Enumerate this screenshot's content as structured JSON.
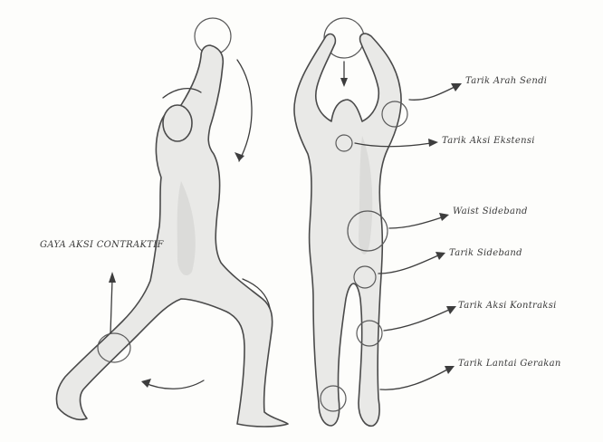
{
  "labels": {
    "left": "GAYA AKSI CONTRAKTIF",
    "r1": "Tarik Arah Sendi",
    "r2": "Tarik Aksi Ekstensi",
    "r3": "Waist Sideband",
    "r4": "Tarik Sideband",
    "r5": "Tarik Aksi Kontraksi",
    "r6": "Tarik Lantai Gerakan"
  },
  "icons": {
    "figure_left": "lunge-figure",
    "figure_right": "standing-figure",
    "joint_marker": "circle-marker",
    "motion_arrow": "curved-arrow"
  },
  "colors": {
    "paper": "#fdfdfb",
    "ink": "#3a3a3a",
    "figure": "#e9e9e7"
  }
}
